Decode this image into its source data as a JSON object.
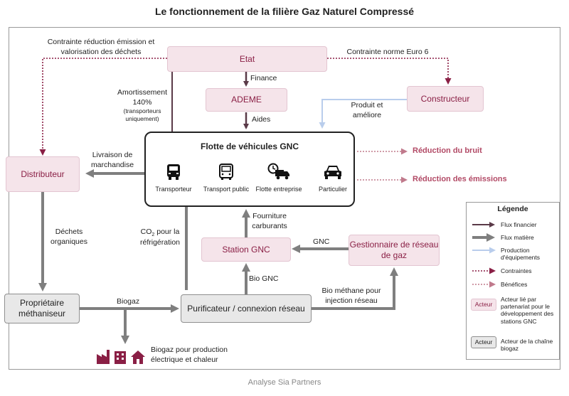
{
  "title": "Le fonctionnement de la filière Gaz Naturel Compressé",
  "nodes": {
    "etat": "Etat",
    "ademe": "ADEME",
    "constructeur": "Constructeur",
    "distributeur": "Distributeur",
    "station": "Station GNC",
    "gestionnaire": "Gestionnaire de réseau de gaz",
    "proprietaire": "Propriétaire méthaniseur",
    "purificateur": "Purificateur / connexion réseau"
  },
  "fleet": {
    "title": "Flotte de véhicules GNC",
    "vehicles": [
      {
        "label": "Transporteur",
        "icon": "truck-icon"
      },
      {
        "label": "Transport public",
        "icon": "bus-icon"
      },
      {
        "label": "Flotte entreprise",
        "icon": "delivery-truck-clock-icon"
      },
      {
        "label": "Particulier",
        "icon": "car-icon"
      }
    ]
  },
  "labels": {
    "contrainte_emission_1": "Contrainte réduction émission et",
    "contrainte_emission_2": "valorisation des déchets",
    "contrainte_euro6": "Contrainte norme Euro 6",
    "finance": "Finance",
    "aides": "Aides",
    "amortissement_1": "Amortissement",
    "amortissement_2": "140%",
    "amortissement_3": "(transporteurs",
    "amortissement_4": "uniquement)",
    "produit_1": "Produit et",
    "produit_2": "améliore",
    "livraison_1": "Livraison de",
    "livraison_2": "marchandise",
    "dechets_1": "Déchets",
    "dechets_2": "organiques",
    "co2_1": "CO",
    "co2_sub": "2",
    "co2_2": " pour la",
    "co2_3": "réfrigération",
    "fourniture_1": "Fourniture",
    "fourniture_2": "carburants",
    "gnc": "GNC",
    "bio_gnc": "Bio GNC",
    "biogaz": "Biogaz",
    "bio_methane_1": "Bio méthane pour",
    "bio_methane_2": "injection réseau",
    "biogaz_prod_1": "Biogaz pour production",
    "biogaz_prod_2": "électrique et chaleur"
  },
  "benefits": {
    "bruit": "Réduction du bruit",
    "emissions": "Réduction des émissions"
  },
  "legend": {
    "title": "Légende",
    "items": [
      "Flux financier",
      "Flux matière",
      "Production d'équipements",
      "Contraintes",
      "Bénéfices"
    ],
    "acteur_pink_box": "Acteur",
    "acteur_pink_text": "Acteur lié par partenariat pour le développement des stations GNC",
    "acteur_grey_box": "Acteur",
    "acteur_grey_text": "Acteur de la chaîne biogaz"
  },
  "colors": {
    "financial": "#5a3a48",
    "material": "#7f7f7f",
    "equipment": "#b9cdec",
    "constraint": "#8a1f45",
    "benefit": "#c07a8c",
    "pink_fill": "#f5e4ea",
    "grey_fill": "#e8e8e8"
  },
  "footer": "Analyse Sia Partners"
}
